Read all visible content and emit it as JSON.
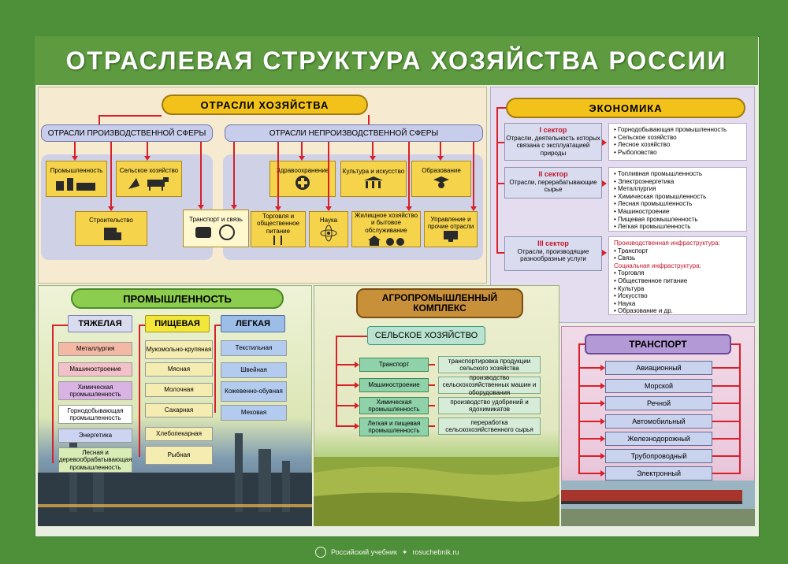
{
  "title": "ОТРАСЛЕВАЯ СТРУКТУРА ХОЗЯЙСТВА РОССИИ",
  "colors": {
    "green": "#5e9a3f",
    "red": "#d8202a",
    "yellow": "#f5d34b",
    "blue": "#c9d3ee"
  },
  "branches": {
    "header": "ОТРАСЛИ ХОЗЯЙСТВА",
    "production": "ОТРАСЛИ ПРОИЗВОДСТВЕННОЙ СФЕРЫ",
    "nonproduction": "ОТРАСЛИ НЕПРОИЗВОДСТВЕННОЙ СФЕРЫ",
    "items": {
      "industry": "Промышленность",
      "agriculture": "Сельское хозяйство",
      "construction": "Строительство",
      "transport": "Транспорт и связь",
      "health": "Здравоохранение",
      "culture": "Культура и искусство",
      "education": "Образование",
      "trade": "Торговля и общественное питание",
      "science": "Наука",
      "housing": "Жилищное хозяйство и бытовое обслуживание",
      "management": "Управление и прочие отрасли"
    }
  },
  "economy": {
    "header": "ЭКОНОМИКА",
    "sectors": [
      {
        "name": "I сектор",
        "desc": "Отрасли, деятельность которых связана с эксплуатацией природы",
        "items": [
          "Горнодобывающая промышленность",
          "Сельское хозяйство",
          "Лесное хозяйство",
          "Рыболовство"
        ]
      },
      {
        "name": "II сектор",
        "desc": "Отрасли, перерабатывающие сырье",
        "items": [
          "Топливная промышленность",
          "Электроэнергетика",
          "Металлургия",
          "Химическая промышленность",
          "Лесная промышленность",
          "Машиностроение",
          "Пищевая промышленность",
          "Легкая промышленность"
        ]
      },
      {
        "name": "III сектор",
        "desc": "Отрасли, производящие разнообразные услуги",
        "items": [
          "Производственная инфраструктура:",
          "Транспорт",
          "Связь",
          "Социальная инфраструктура:",
          "Торговля",
          "Общественное питание",
          "Культура",
          "Искусство",
          "Наука",
          "Образование и др."
        ]
      }
    ]
  },
  "industry": {
    "header": "ПРОМЫШЛЕННОСТЬ",
    "heavy": {
      "label": "ТЯЖЕЛАЯ",
      "items": [
        "Металлургия",
        "Машиностроение",
        "Химическая промышленность",
        "Горнодобывающая промышленность",
        "Энергетика",
        "Лесная и деревообрабатывающая промышленность"
      ]
    },
    "food": {
      "label": "ПИЩЕВАЯ",
      "items": [
        "Мукомольно-крупяная",
        "Мясная",
        "Молочная",
        "Сахарная",
        "Хлебопекарная",
        "Рыбная"
      ]
    },
    "light": {
      "label": "ЛЕГКАЯ",
      "items": [
        "Текстильная",
        "Швейная",
        "Кожевенно-обувная",
        "Меховая"
      ]
    }
  },
  "agro": {
    "header": "АГРОПРОМЫШЛЕННЫЙ КОМПЛЕКС",
    "sub": "СЕЛЬСКОЕ ХОЗЯЙСТВО",
    "rows": [
      {
        "left": "Транспорт",
        "right": "транспортировка продукции сельского хозяйства"
      },
      {
        "left": "Машиностроение",
        "right": "производство сельскохозяйственных машин и оборудования"
      },
      {
        "left": "Химическая промышленность",
        "right": "производство удобрений и ядохимикатов"
      },
      {
        "left": "Легкая и пищевая промышленность",
        "right": "переработка сельскохозяйственного сырья"
      }
    ]
  },
  "transport": {
    "header": "ТРАНСПОРТ",
    "items": [
      "Авиационный",
      "Морской",
      "Речной",
      "Автомобильный",
      "Железнодорожный",
      "Трубопроводный",
      "Электронный"
    ]
  },
  "footer": {
    "publisher": "Российский учебник",
    "site": "rosuchebnik.ru"
  }
}
